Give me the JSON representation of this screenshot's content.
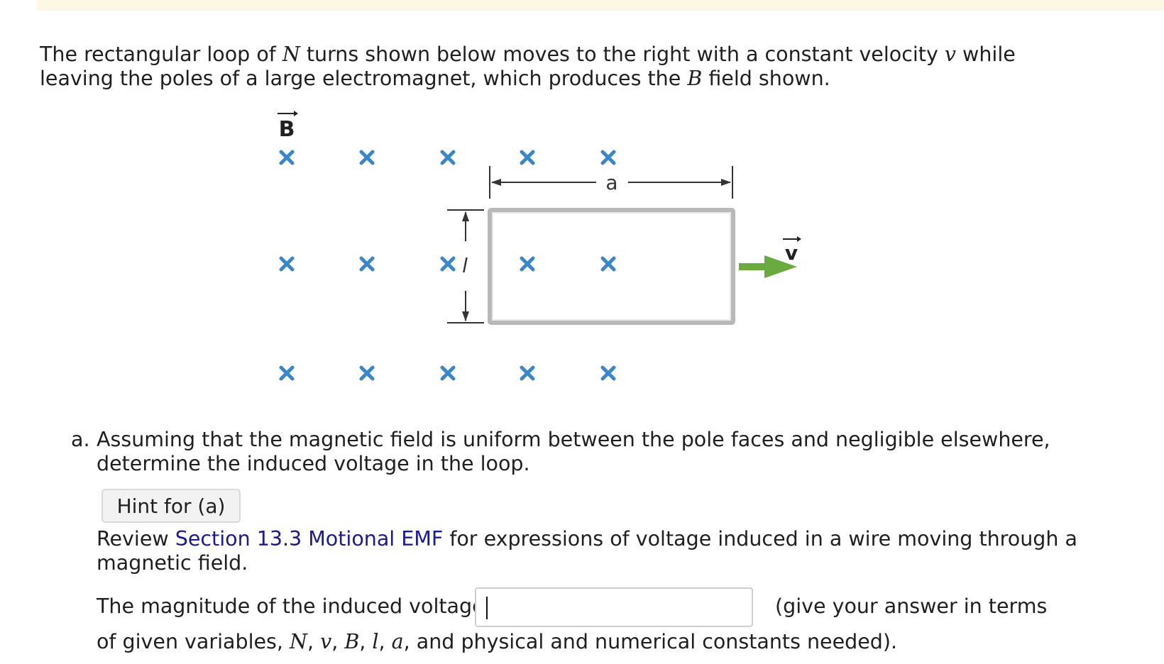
{
  "intro": {
    "p1": "The rectangular loop of ",
    "var_N": "N",
    "p2": " turns shown below moves to the right with a constant velocity ",
    "var_v": "v",
    "p3": " while leaving the poles of a large electromagnet, which produces the ",
    "var_B": "B",
    "p4": " field shown."
  },
  "diagram": {
    "field_label": "B",
    "width_label": "a",
    "height_label": "l",
    "velocity_label": "v",
    "field_color": "#3a86c8",
    "arrow_color": "#6aaa3f",
    "loop_color": "#b8b8b8"
  },
  "question_a": {
    "label": "a.",
    "text": "Assuming that the magnetic field is uniform between the pole faces and negligible elsewhere, determine the induced voltage in the loop."
  },
  "hint": {
    "button_label": "Hint for (a)",
    "before": "Review ",
    "link_text": "Section 13.3 Motional EMF",
    "after": " for expressions of voltage induced in a wire moving through a magnetic field."
  },
  "answer": {
    "prompt": "The magnitude of the induced voltage is",
    "input_value": "",
    "after_input": "(give your answer in terms",
    "line2_start": "of given variables, ",
    "vars": [
      "N",
      "v",
      "B",
      "l",
      "a"
    ],
    "line2_end": "and physical and numerical constants needed)."
  }
}
